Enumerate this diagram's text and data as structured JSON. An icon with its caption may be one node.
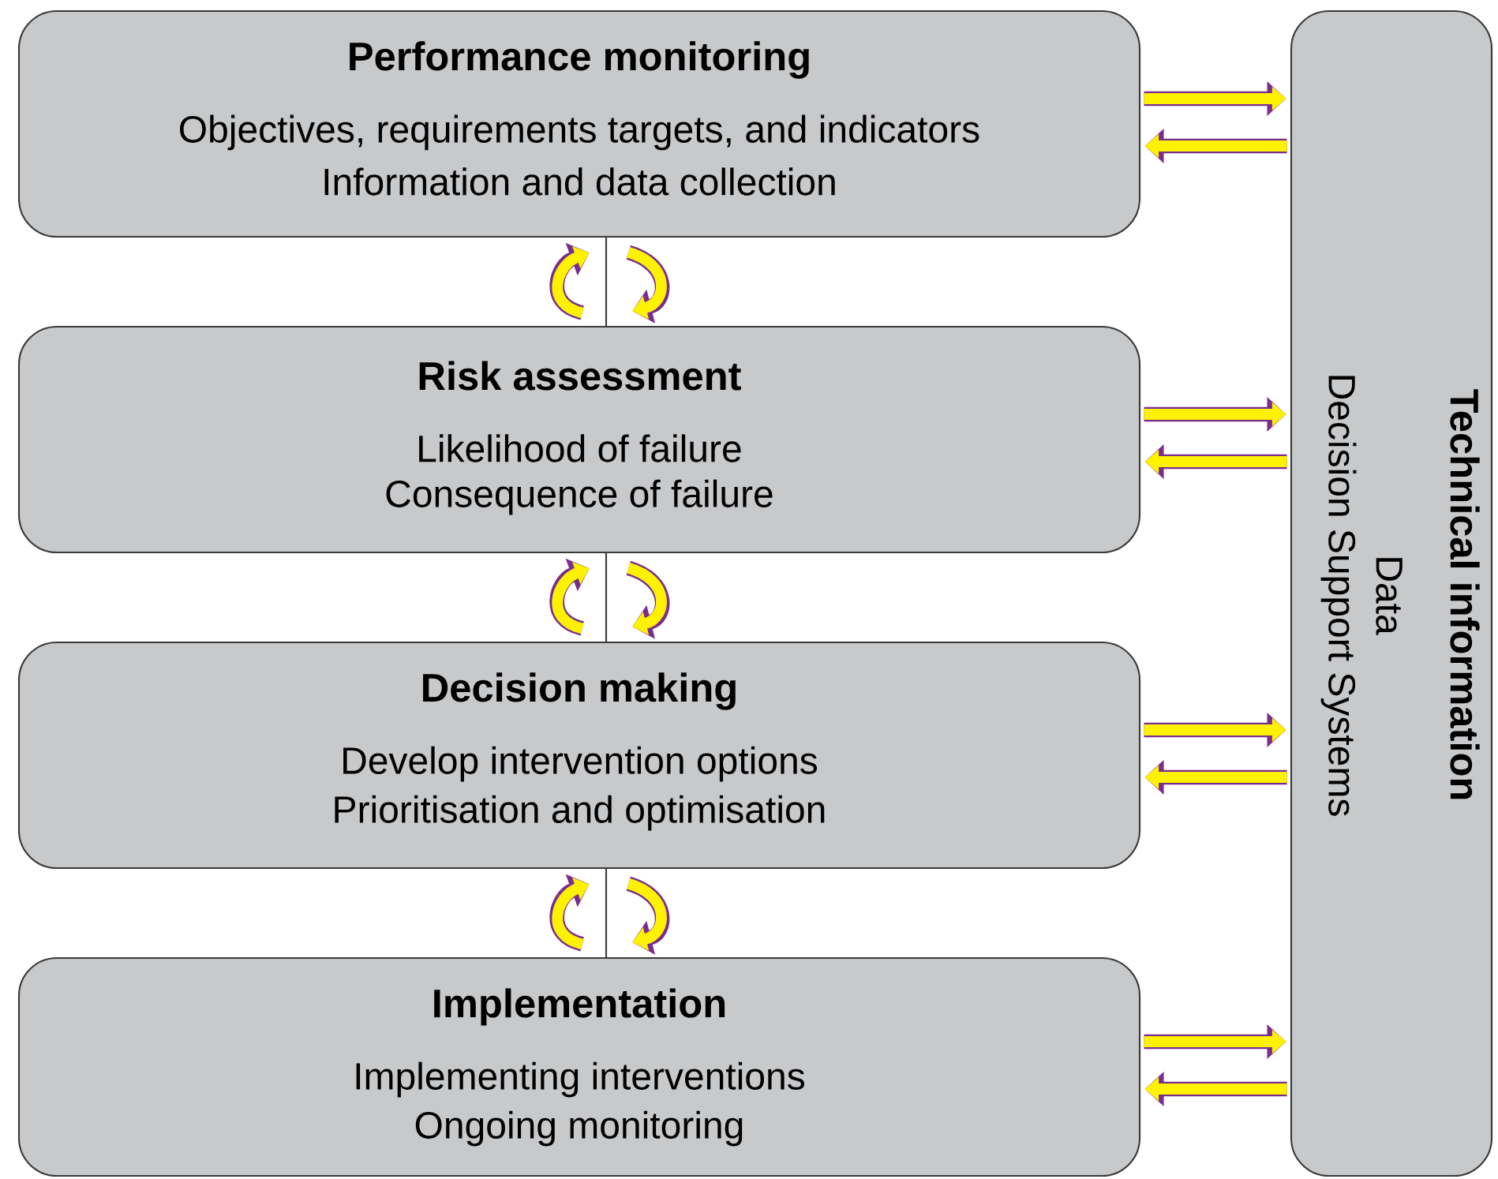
{
  "diagram": {
    "nodes": [
      {
        "text": [
          "Performance monitoring",
          "Objectives, requirements targets, and indicators",
          "Information and data collection"
        ]
      },
      {
        "text": [
          "Risk assessment",
          "Likelihood of failure",
          "Consequence of failure"
        ]
      },
      {
        "text": [
          "Decision making",
          "Develop intervention options",
          "Prioritisation and optimisation"
        ]
      },
      {
        "text": [
          "Implementation",
          "Implementing interventions",
          "Ongoing monitoring"
        ]
      },
      {
        "text": [
          "Technical information",
          "Data",
          "Decision Support Systems"
        ]
      }
    ],
    "edges": [
      {
        "from": 1,
        "to": 0,
        "arrow": "to"
      },
      {
        "from": 0,
        "to": 1,
        "arrow": "to",
        "color": "#7b2d8e"
      },
      {
        "from": 2,
        "to": 1,
        "arrow": "to"
      },
      {
        "from": 1,
        "to": 2,
        "arrow": "to",
        "color": "#7b2d8e"
      },
      {
        "from": 3,
        "to": 2,
        "arrow": "to"
      },
      {
        "from": 2,
        "to": 3,
        "arrow": "to",
        "color": "#7b2d8e"
      },
      {
        "from": 0,
        "to": 4,
        "arrow": "to"
      },
      {
        "from": 4,
        "to": 0,
        "arrow": "to"
      },
      {
        "from": 1,
        "to": 4,
        "arrow": "to"
      },
      {
        "from": 4,
        "to": 1,
        "arrow": "to"
      },
      {
        "from": 2,
        "to": 4,
        "arrow": "to"
      },
      {
        "from": 4,
        "to": 2,
        "arrow": "to"
      },
      {
        "from": 3,
        "to": 4,
        "arrow": "to"
      },
      {
        "from": 4,
        "to": 3,
        "arrow": "to"
      }
    ]
  }
}
